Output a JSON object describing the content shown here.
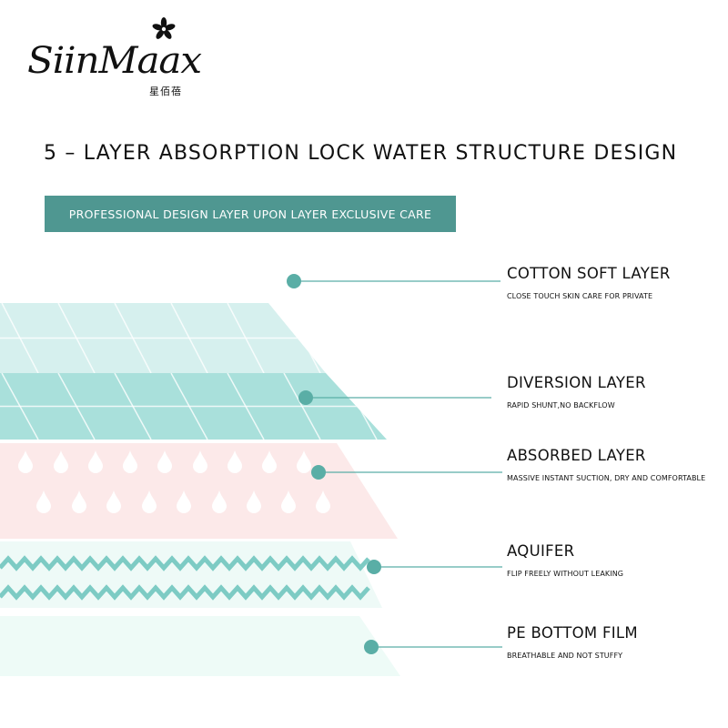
{
  "brand": {
    "name": "SiinMaax",
    "chinese_name": "星佰蓓",
    "icon": "flower-icon"
  },
  "headline": "5 – LAYER ABSORPTION LOCK WATER STRUCTURE DESIGN",
  "banner": "PROFESSIONAL DESIGN LAYER UPON LAYER EXCLUSIVE CARE",
  "layers": [
    {
      "title": "COTTON SOFT LAYER",
      "subtitle": "CLOSE TOUCH SKIN CARE FOR PRIVATE"
    },
    {
      "title": "DIVERSION LAYER",
      "subtitle": "RAPID SHUNT,NO BACKFLOW"
    },
    {
      "title": "ABSORBED LAYER",
      "subtitle": "MASSIVE INSTANT SUCTION, DRY AND COMFORTABLE"
    },
    {
      "title": "AQUIFER",
      "subtitle": "FLIP FREELY WITHOUT LEAKING"
    },
    {
      "title": "PE BOTTOM FILM",
      "subtitle": "BREATHABLE AND NOT STUFFY"
    }
  ],
  "colors": {
    "accent": "#4f9791",
    "marker": "#5aaea6",
    "cotton": "#d6f0ee",
    "diversion": "#a9e0db",
    "absorbed": "#fce9e9",
    "aquifer": "#eefaf7",
    "zigzag": "#7dcbc4",
    "film": "#eefbf7"
  }
}
